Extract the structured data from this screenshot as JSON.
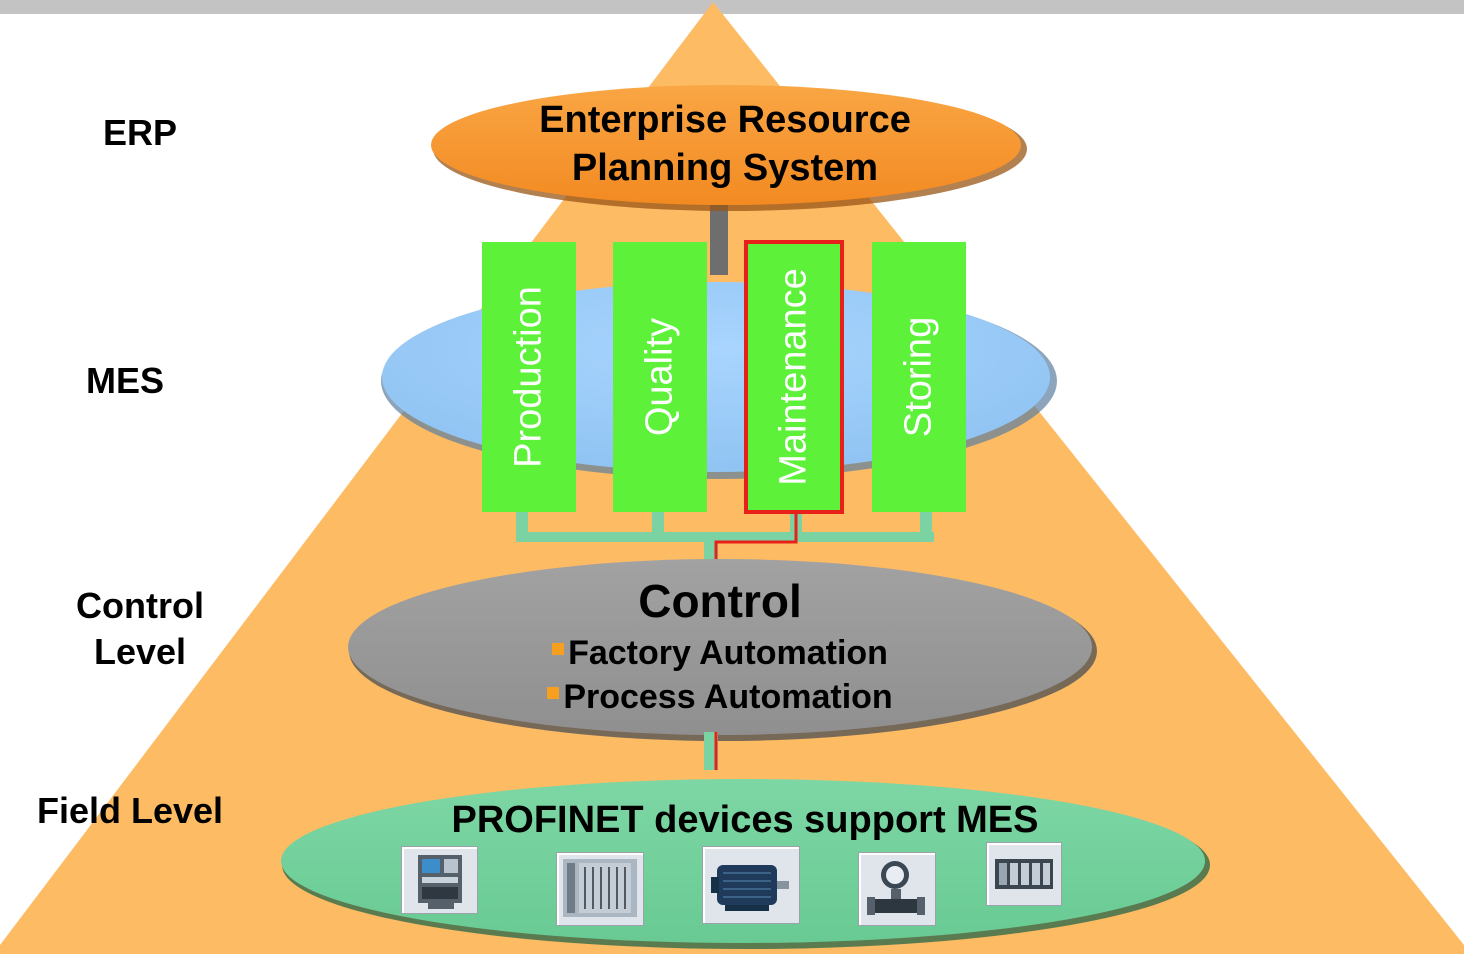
{
  "levels": {
    "erp": "ERP",
    "mes": "MES",
    "control_line1": "Control",
    "control_line2": "Level",
    "field": "Field Level"
  },
  "erp_ellipse": {
    "line1": "Enterprise Resource",
    "line2": "Planning System"
  },
  "mes_modules": [
    {
      "label": "Production",
      "selected": false
    },
    {
      "label": "Quality",
      "selected": false
    },
    {
      "label": "Maintenance",
      "selected": true
    },
    {
      "label": "Storing",
      "selected": false
    }
  ],
  "control_ellipse": {
    "title": "Control",
    "items": [
      "Factory Automation",
      "Process Automation"
    ]
  },
  "field_ellipse": {
    "title": "PROFINET devices support MES",
    "devices": [
      "io-module-icon",
      "plc-rack-icon",
      "motor-drive-icon",
      "flow-meter-icon",
      "compact-controller-icon"
    ]
  },
  "colors": {
    "pyramid": "#fdbb63",
    "erp": "#f7962f",
    "mes": "#9fcdf7",
    "module": "#5ef13a",
    "highlight": "#e8201a",
    "control": "#9a9a9a",
    "field": "#72d29c",
    "connector": "#7bd3a3"
  }
}
